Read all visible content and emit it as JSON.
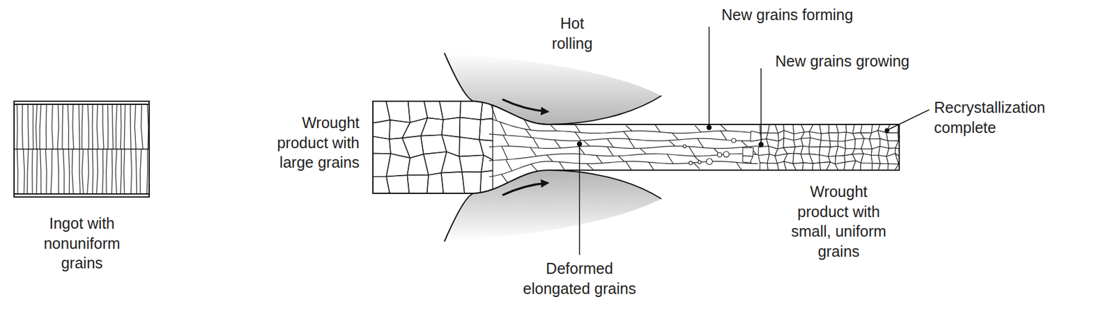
{
  "diagram": {
    "labels": [
      "Ingot with nonuniform grains",
      "Hot rolling",
      "Wrought product with large grains",
      "Deformed elongated grains",
      "New grains forming",
      "New grains growing",
      "Recrystallization complete",
      "Wrought product with small, uniform grains"
    ]
  }
}
